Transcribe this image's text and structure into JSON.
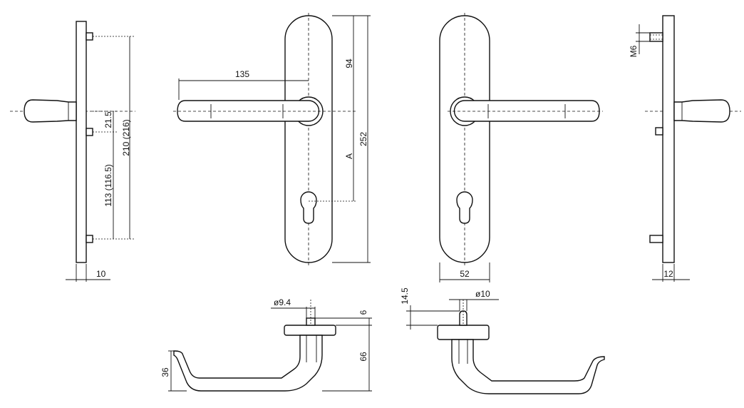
{
  "dimensions": {
    "side_left_spacing_upper": "21.5",
    "side_left_height_total": "210 (216)",
    "side_left_height_lower": "113 (116.5)",
    "side_left_thickness": "10",
    "front_lever_length": "135",
    "front_top_to_axis": "94",
    "front_overall_height": "252",
    "front_axis_to_keyhole": "A",
    "back_plate_width": "52",
    "side_right_thread": "M6",
    "side_right_thickness": "12",
    "bottom_left_spindle_dia": "ø9.4",
    "bottom_left_spindle_len": "6",
    "bottom_left_height": "66",
    "bottom_left_lever_depth": "36",
    "bottom_right_projection": "14.5",
    "bottom_right_dia": "ø10"
  }
}
